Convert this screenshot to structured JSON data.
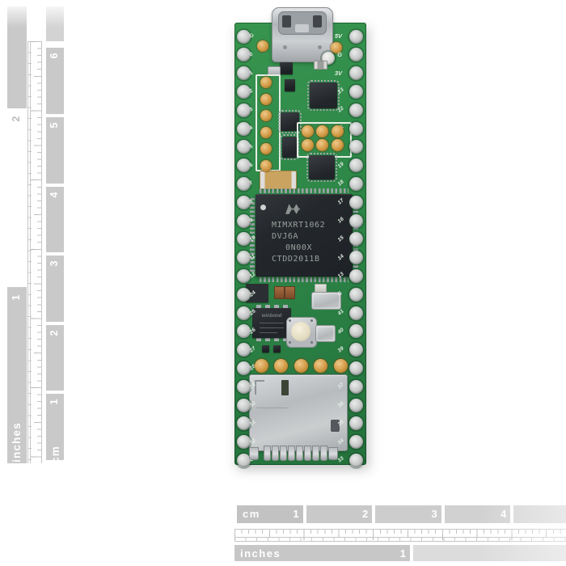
{
  "colors": {
    "pcb_green": "#2e8948",
    "pad_silver": "#c4c5c5",
    "pad_gold": "#d19944",
    "chip_black": "#24282c",
    "silkscreen_white": "#e7efe7",
    "ruler_gray": "#c9c9c9",
    "background": "#ffffff"
  },
  "rulers": {
    "vertical": {
      "inches_label": "inches",
      "cm_label": "cm",
      "inch_numbers": [
        "2",
        "1"
      ],
      "cm_numbers": [
        "6",
        "5",
        "4",
        "3",
        "2",
        "1"
      ]
    },
    "horizontal": {
      "inches_label": "inches",
      "cm_label": "cm",
      "cm_numbers": [
        "1",
        "2",
        "3",
        "4"
      ],
      "inch_numbers": [
        "1"
      ]
    }
  },
  "board": {
    "left_pin_labels": [
      "G",
      "0",
      "1",
      "2",
      "3",
      "4",
      "5",
      "6",
      "7",
      "8",
      "9",
      "10",
      "11",
      "12",
      "24",
      "25",
      "26",
      "27",
      "28",
      "29",
      "30",
      "31",
      "32",
      "G"
    ],
    "right_pin_labels": [
      "5V",
      "G",
      "3V",
      "23",
      "22",
      "21",
      "20",
      "19",
      "18",
      "17",
      "16",
      "15",
      "14",
      "13",
      "G",
      "41",
      "40",
      "39",
      "38",
      "37",
      "36",
      "35",
      "34",
      "33"
    ],
    "main_chip": {
      "logo_icon": "nxp-logo",
      "line1": "MIMXRT1062",
      "line2": "DVJ6A",
      "line3": "0N00X",
      "line4": "CTDD2011B"
    },
    "flash_chip_marking": "winbond",
    "pad_counts": {
      "per_side": 24,
      "expansion_column": 6,
      "memory_grid_cols": 3,
      "memory_grid_rows": 2,
      "usb_host_row": 5,
      "sd_contacts": 8
    }
  }
}
